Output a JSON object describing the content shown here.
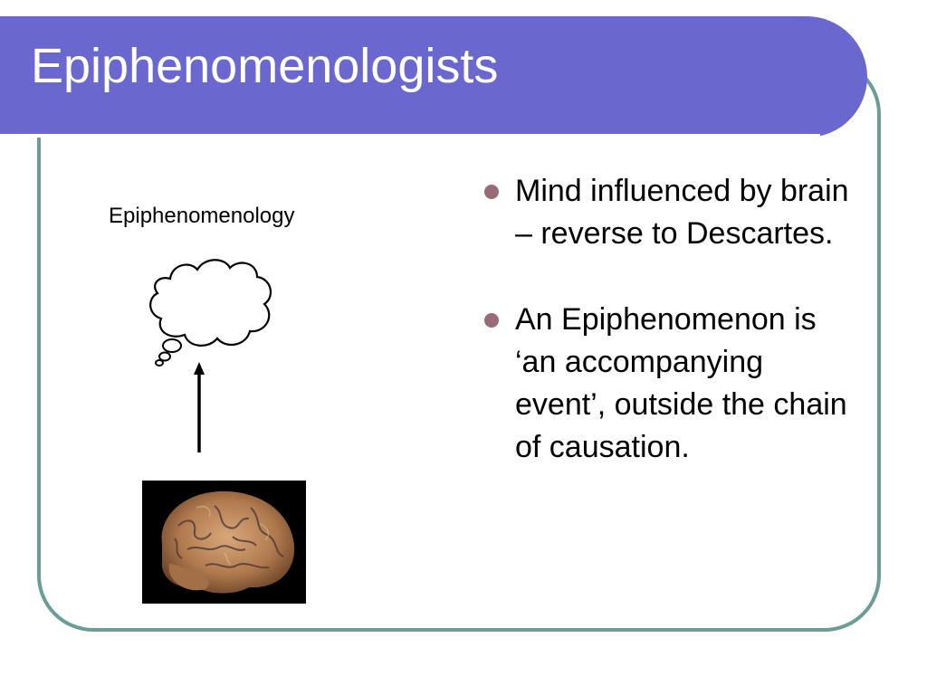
{
  "slide": {
    "title": "Epiphenomenologists",
    "diagram_label": "Epiphenomenology",
    "bullets": [
      "Mind influenced by brain – reverse to Descartes.",
      "An Epiphenomenon is ‘an accompanying event’, outside the chain of causation."
    ]
  },
  "colors": {
    "title_bar": "#6a67cf",
    "frame_border": "#6c9c98",
    "bullet": "#9a6a77"
  },
  "icons": {
    "thought": "thought-bubble-icon",
    "arrow": "up-arrow-icon",
    "brain": "brain-photo"
  }
}
